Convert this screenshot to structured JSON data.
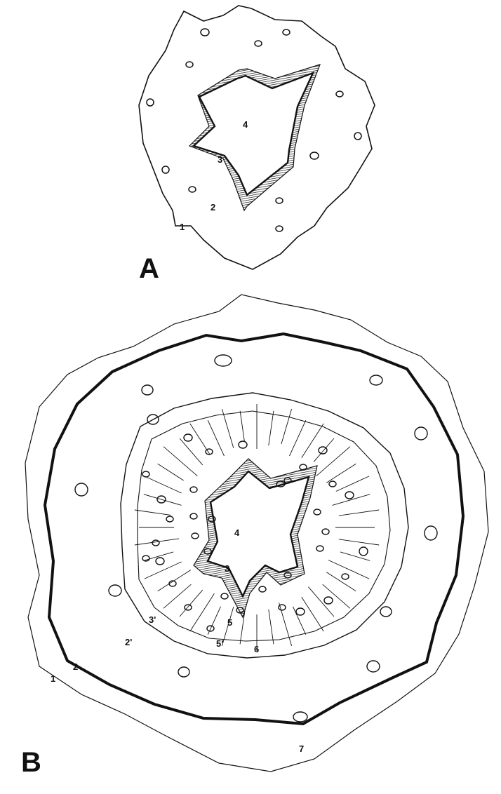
{
  "panels": [
    {
      "letter": "A",
      "labels": {
        "l1": "1",
        "l2": "2",
        "l3": "3",
        "l4": "4"
      }
    },
    {
      "letter": "B",
      "labels": {
        "l1": "1",
        "l2": "2",
        "l2p": "2'",
        "l3": "3",
        "l3p": "3'",
        "l4": "4",
        "l5": "5",
        "l5p": "5'",
        "l6": "6",
        "l7": "7"
      }
    }
  ],
  "colors": {
    "ink": "#111111",
    "paper": "#ffffff"
  }
}
